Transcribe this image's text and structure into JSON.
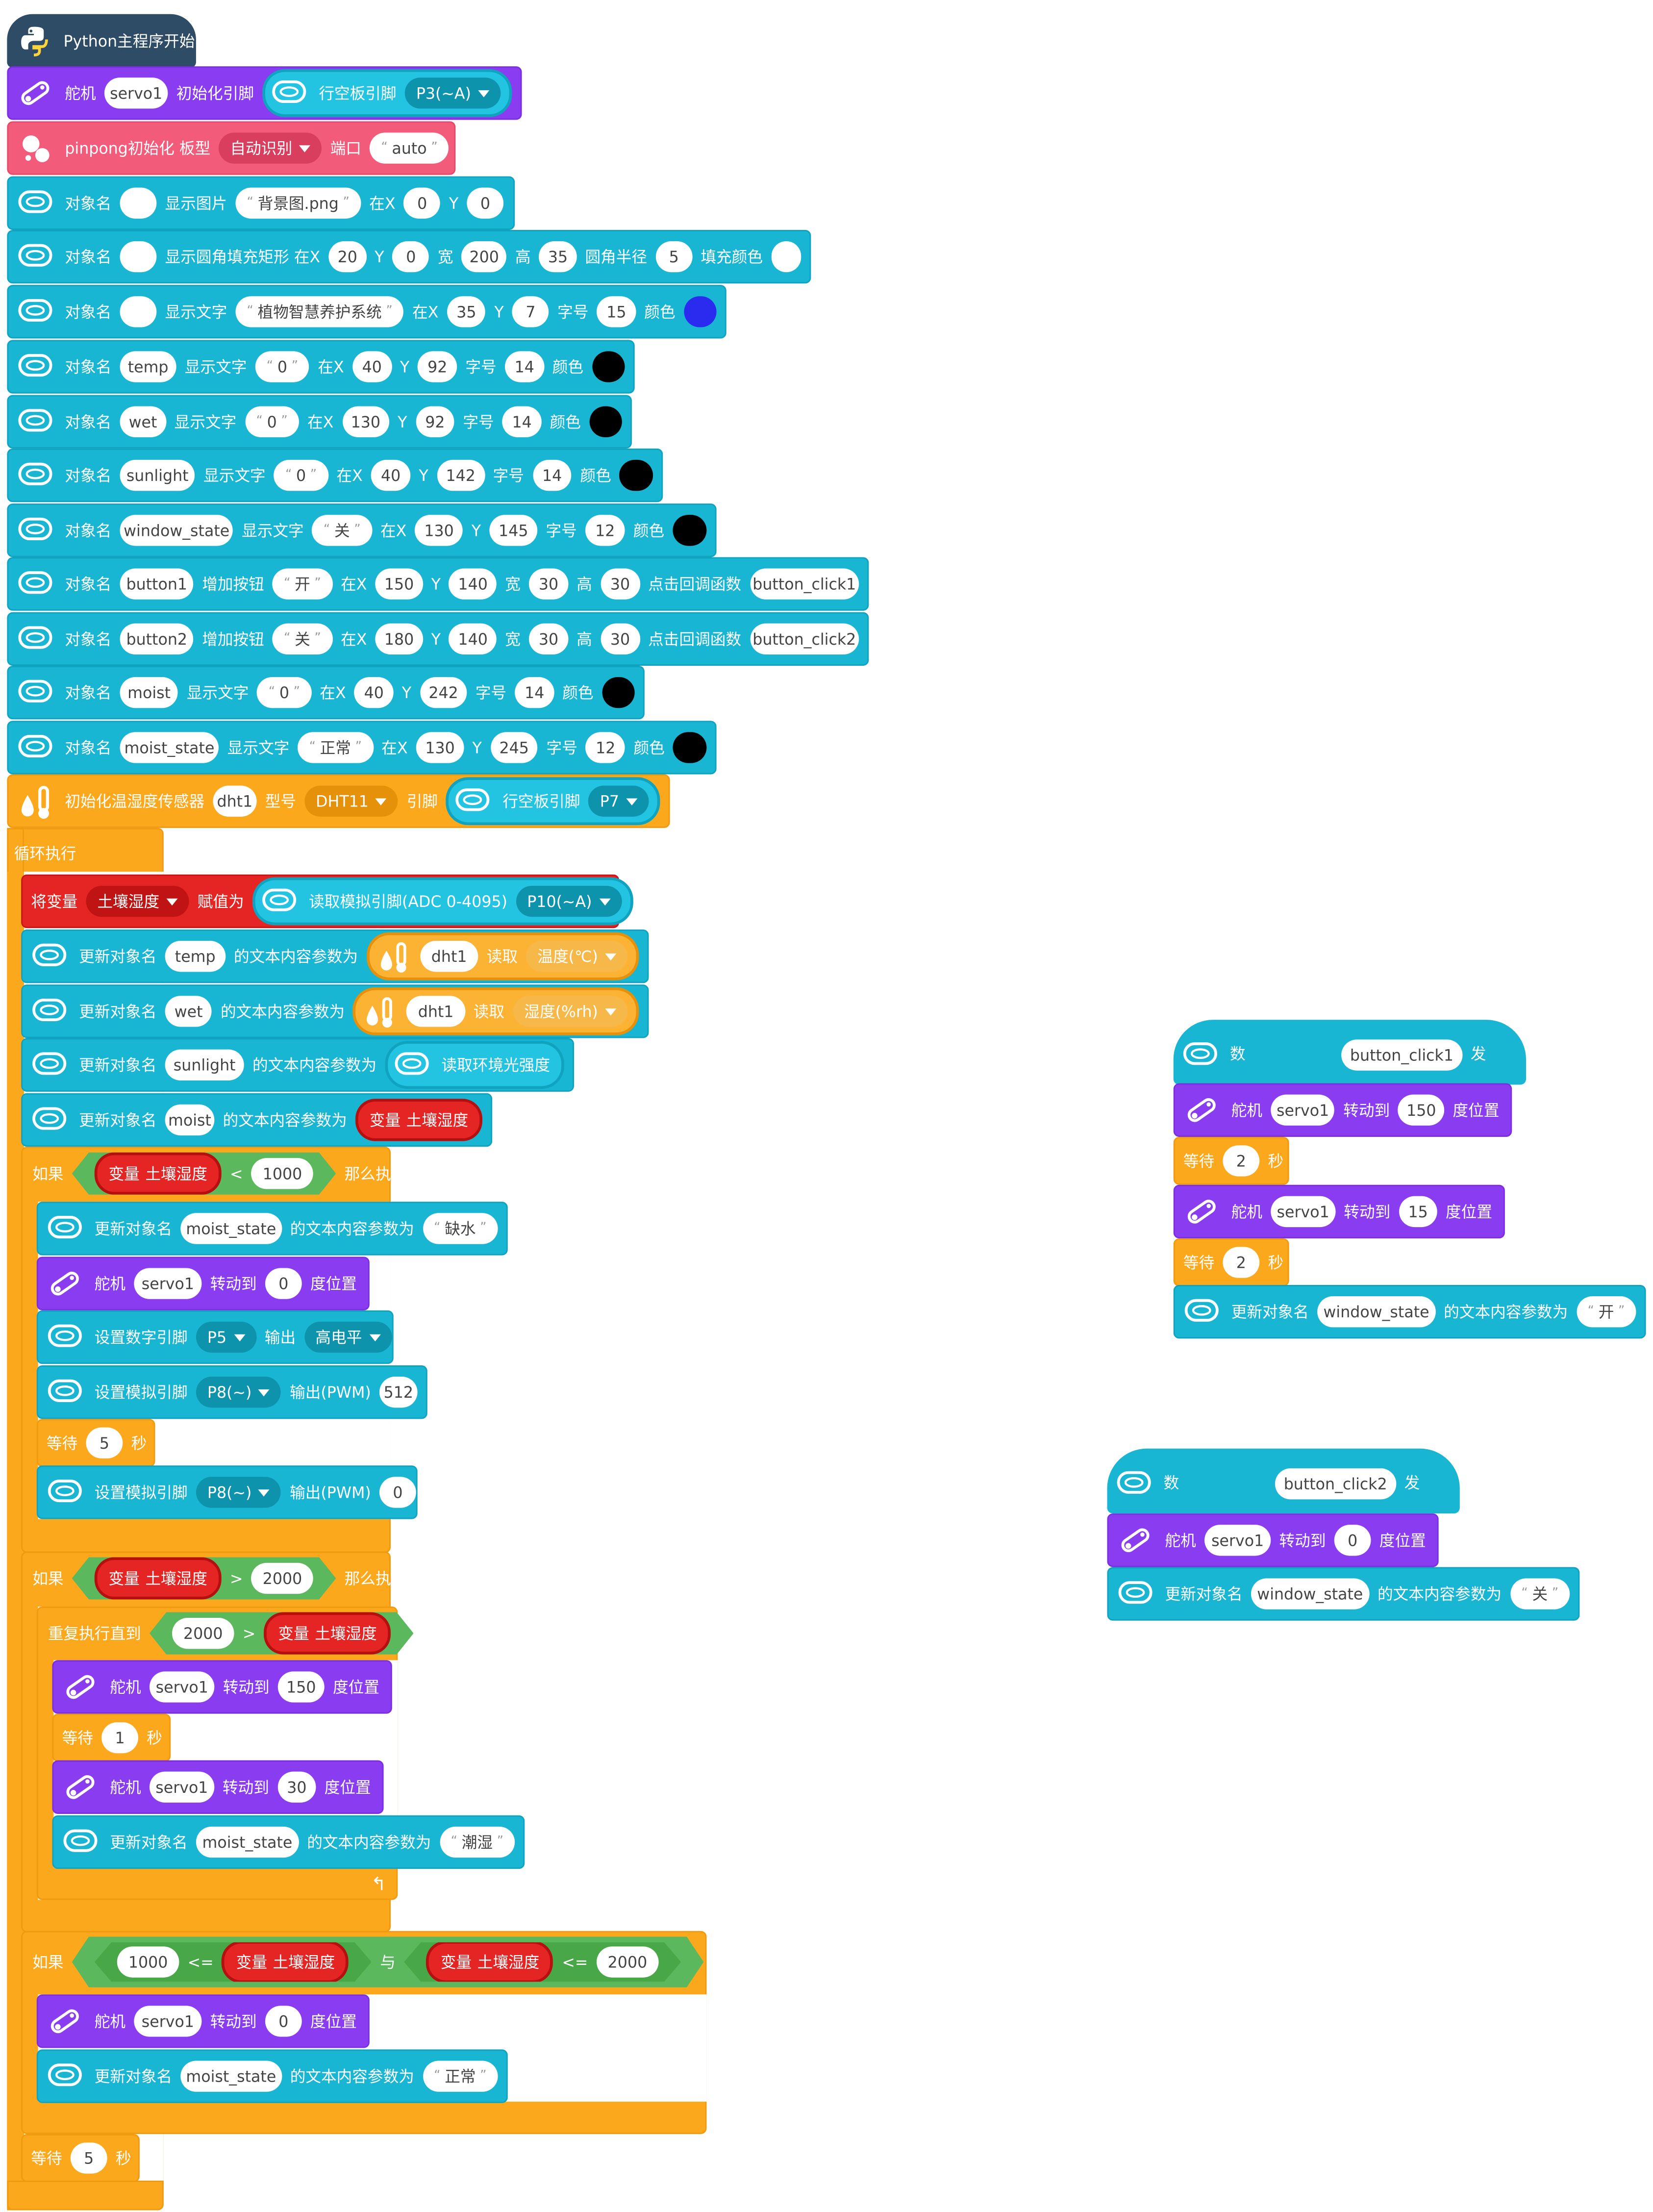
{
  "labels": {
    "python_start": "Python主程序开始",
    "servo": "舵机",
    "init_pin": "初始化引脚",
    "board_pin": "行空板引脚",
    "pinpong_init": "pinpong初始化 板型",
    "port": "端口",
    "obj_name": "对象名",
    "show_image": "显示图片",
    "show_rect": "显示圆角填充矩形 在X",
    "show_text": "显示文字",
    "add_button": "增加按钮",
    "at_x": "在X",
    "y": "Y",
    "w": "宽",
    "h": "高",
    "radius": "圆角半径",
    "fill": "填充颜色",
    "font_size": "字号",
    "color": "颜色",
    "callback": "点击回调函数",
    "init_dht": "初始化温湿度传感器",
    "model": "型号",
    "pin": "引脚",
    "loop": "循环执行",
    "set_var": "将变量",
    "assign": "赋值为",
    "read_analog": "读取模拟引脚(ADC 0-4095)",
    "update_obj": "更新对象名",
    "text_param": "的文本内容参数为",
    "read": "读取",
    "read_light": "读取环境光强度",
    "var": "变量",
    "if": "如果",
    "then": "那么执行",
    "rotate_to": "转动到",
    "degree": "度位置",
    "set_digital": "设置数字引脚",
    "output": "输出",
    "set_analog": "设置模拟引脚",
    "output_pwm": "输出(PWM)",
    "wait": "等待",
    "sec": "秒",
    "repeat_until": "重复执行直到",
    "and": "与",
    "when_callback": "当点击回调函数",
    "triggered": "被触发"
  },
  "values": {
    "servo1": "servo1",
    "p3": "P3(~A)",
    "auto_detect": "自动识别",
    "auto": "auto",
    "bg": "背景图.png",
    "title": "植物智慧养护系统",
    "zero_str": "0",
    "close": "关",
    "open": "开",
    "temp": "temp",
    "wet": "wet",
    "sunlight": "sunlight",
    "window_state": "window_state",
    "button1": "button1",
    "button2": "button2",
    "button_click1": "button_click1",
    "button_click2": "button_click2",
    "moist": "moist",
    "moist_state": "moist_state",
    "normal": "正常",
    "lack_water": "缺水",
    "humid": "潮湿",
    "dht1": "dht1",
    "dht11": "DHT11",
    "p7": "P7",
    "soil": "土壤湿度",
    "p10": "P10(~A)",
    "temp_c": "温度(℃)",
    "hum_rh": "湿度(%rh)",
    "p5": "P5",
    "high": "高电平",
    "p8": "P8(~)",
    "n0": "0",
    "n1": "1",
    "n2": "2",
    "n5": "5",
    "n7": "7",
    "n12": "12",
    "n14": "14",
    "n15": "15",
    "n20": "20",
    "n30": "30",
    "n35": "35",
    "n40": "40",
    "n92": "92",
    "n130": "130",
    "n140": "140",
    "n142": "142",
    "n145": "145",
    "n150": "150",
    "n180": "180",
    "n200": "200",
    "n242": "242",
    "n245": "245",
    "n512": "512",
    "n1000": "1000",
    "n2000": "2000",
    "lt": "<",
    "gt": ">",
    "le": "<="
  },
  "colors": {
    "cyan": "#19b6d4",
    "purple": "#8a3cf0",
    "pink": "#f35b7b",
    "orange": "#fca81c",
    "red": "#e52424",
    "green": "#5cb85c",
    "blue_swatch": "#2b2bf0",
    "white_swatch": "#ffffff",
    "black_swatch": "#000000"
  },
  "icons": {
    "python": "python-logo-icon",
    "servo": "servo-arm-icon",
    "pinpong": "pinpong-icon",
    "unihiker": "unihiker-board-icon",
    "dht": "thermometer-humidity-icon",
    "loop": "loop-arrow-icon"
  }
}
